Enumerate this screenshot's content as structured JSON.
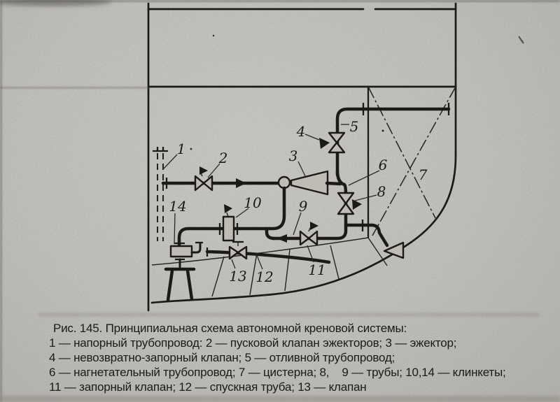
{
  "colors": {
    "paper": "#c9c7c1",
    "ink": "#1d1c1a"
  },
  "caption": {
    "lines": [
      "Рис. 145. Принципиальная схема автономной креновой системы:",
      "1 — напорный трубопровод: 2 — пусковой клапан эжекторов; 3 — эжектор;",
      "4 — невозвратно-запорный клапан; 5 — отливной трубопровод;",
      "6 — нагнетательный трубопровод; 7 — цистерна; 8,    9 — трубы; 10,14 — клинкеты;",
      "11 — запорный клапан; 12 — спускная труба; 13 — клапан"
    ]
  },
  "diagram": {
    "labels": {
      "l1": "1",
      "l2": "2",
      "l3": "3",
      "l4": "4",
      "l5": "5",
      "l6": "6",
      "l7": "7",
      "l8": "8",
      "l9": "9",
      "l10": "10",
      "l11": "11",
      "l12": "12",
      "l13": "13",
      "l14": "14"
    }
  }
}
